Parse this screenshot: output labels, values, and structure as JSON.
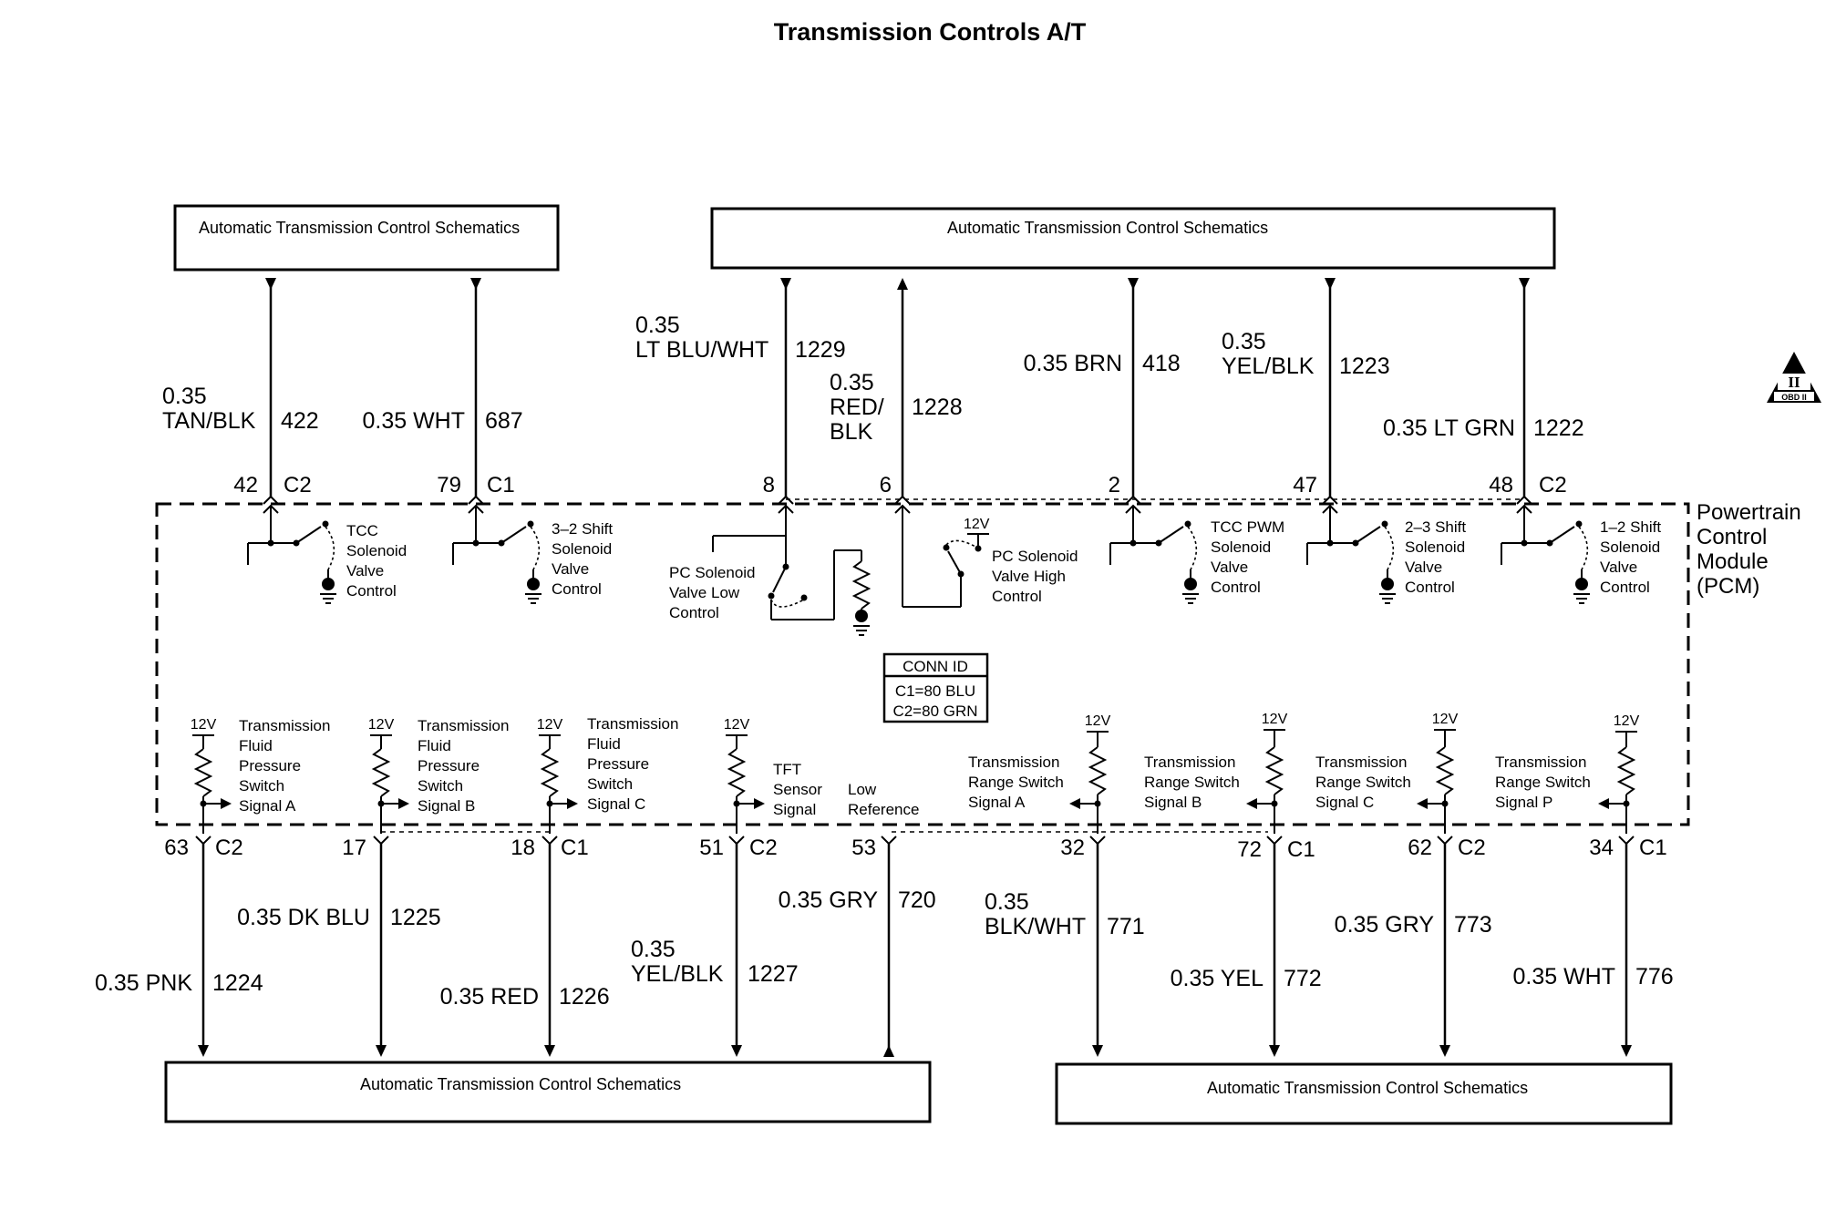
{
  "title": "Transmission Controls A/T",
  "schematic_label": "Automatic Transmission Control Schematics",
  "pcm_label": [
    "Powertrain",
    "Control",
    "Module",
    "(PCM)"
  ],
  "conn_id": {
    "header": "CONN ID",
    "c1": "C1=80 BLU",
    "c2": "C2=80 GRN"
  },
  "obd_badge": {
    "numeral": "II",
    "text": "OBD II"
  },
  "voltage": "12V",
  "top_circuits": [
    {
      "pin": "42",
      "connector": "C2",
      "wire": [
        "0.35",
        "TAN/BLK"
      ],
      "circuit": "422",
      "component": [
        "TCC",
        "Solenoid",
        "Valve",
        "Control"
      ]
    },
    {
      "pin": "79",
      "connector": "C1",
      "wire": [
        "0.35 WHT"
      ],
      "circuit": "687",
      "component": [
        "3–2 Shift",
        "Solenoid",
        "Valve",
        "Control"
      ]
    },
    {
      "pin": "8",
      "connector": "",
      "wire": [
        "0.35",
        "LT BLU/WHT"
      ],
      "circuit": "1229",
      "component": [
        "PC Solenoid",
        "Valve Low",
        "Control"
      ]
    },
    {
      "pin": "6",
      "connector": "",
      "wire": [
        "0.35",
        "RED/",
        "BLK"
      ],
      "circuit": "1228",
      "component": [
        "PC Solenoid",
        "Valve High",
        "Control"
      ]
    },
    {
      "pin": "2",
      "connector": "",
      "wire": [
        "0.35 BRN"
      ],
      "circuit": "418",
      "component": [
        "TCC PWM",
        "Solenoid",
        "Valve",
        "Control"
      ]
    },
    {
      "pin": "47",
      "connector": "",
      "wire": [
        "0.35",
        "YEL/BLK"
      ],
      "circuit": "1223",
      "component": [
        "2–3 Shift",
        "Solenoid",
        "Valve",
        "Control"
      ]
    },
    {
      "pin": "48",
      "connector": "C2",
      "wire": [
        "0.35 LT GRN"
      ],
      "circuit": "1222",
      "component": [
        "1–2 Shift",
        "Solenoid",
        "Valve",
        "Control"
      ]
    }
  ],
  "bottom_circuits": [
    {
      "pin": "63",
      "connector": "C2",
      "wire": [
        "0.35 PNK"
      ],
      "circuit": "1224",
      "component": [
        "Transmission",
        "Fluid",
        "Pressure",
        "Switch",
        "Signal A"
      ]
    },
    {
      "pin": "17",
      "connector": "",
      "wire": [
        "0.35 DK BLU"
      ],
      "circuit": "1225",
      "component": [
        "Transmission",
        "Fluid",
        "Pressure",
        "Switch",
        "Signal B"
      ]
    },
    {
      "pin": "18",
      "connector": "C1",
      "wire": [
        "0.35 RED"
      ],
      "circuit": "1226",
      "component": [
        "Transmission",
        "Fluid",
        "Pressure",
        "Switch",
        "Signal C"
      ]
    },
    {
      "pin": "51",
      "connector": "C2",
      "wire": [
        "0.35",
        "YEL/BLK"
      ],
      "circuit": "1227",
      "component": [
        "TFT",
        "Sensor",
        "Signal"
      ]
    },
    {
      "pin": "53",
      "connector": "",
      "wire": [
        "0.35 GRY"
      ],
      "circuit": "720",
      "component": [
        "Low",
        "Reference"
      ]
    },
    {
      "pin": "32",
      "connector": "",
      "wire": [
        "0.35",
        "BLK/WHT"
      ],
      "circuit": "771",
      "component": [
        "Transmission",
        "Range Switch",
        "Signal A"
      ]
    },
    {
      "pin": "72",
      "connector": "C1",
      "wire": [
        "0.35 YEL"
      ],
      "circuit": "772",
      "component": [
        "Transmission",
        "Range Switch",
        "Signal B"
      ]
    },
    {
      "pin": "62",
      "connector": "C2",
      "wire": [
        "0.35 GRY"
      ],
      "circuit": "773",
      "component": [
        "Transmission",
        "Range Switch",
        "Signal C"
      ]
    },
    {
      "pin": "34",
      "connector": "C1",
      "wire": [
        "0.35 WHT"
      ],
      "circuit": "776",
      "component": [
        "Transmission",
        "Range Switch",
        "Signal P"
      ]
    }
  ]
}
